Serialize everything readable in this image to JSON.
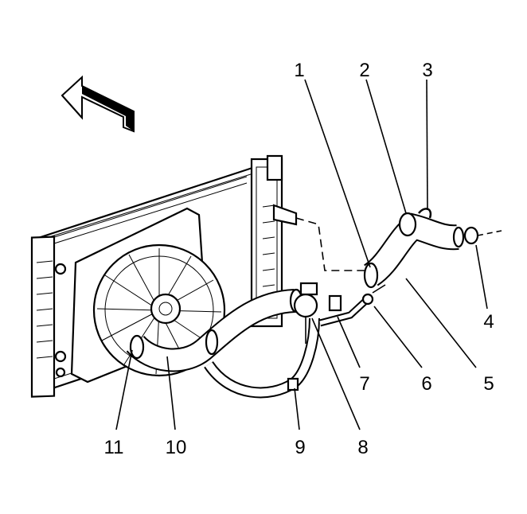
{
  "callouts": {
    "c1": "1",
    "c2": "2",
    "c3": "3",
    "c4": "4",
    "c5": "5",
    "c6": "6",
    "c7": "7",
    "c8": "8",
    "c9": "9",
    "c10": "10",
    "c11": "11"
  },
  "icons": {
    "direction": "front-direction-arrow-icon"
  },
  "colors": {
    "line": "#000000",
    "background": "#ffffff"
  }
}
